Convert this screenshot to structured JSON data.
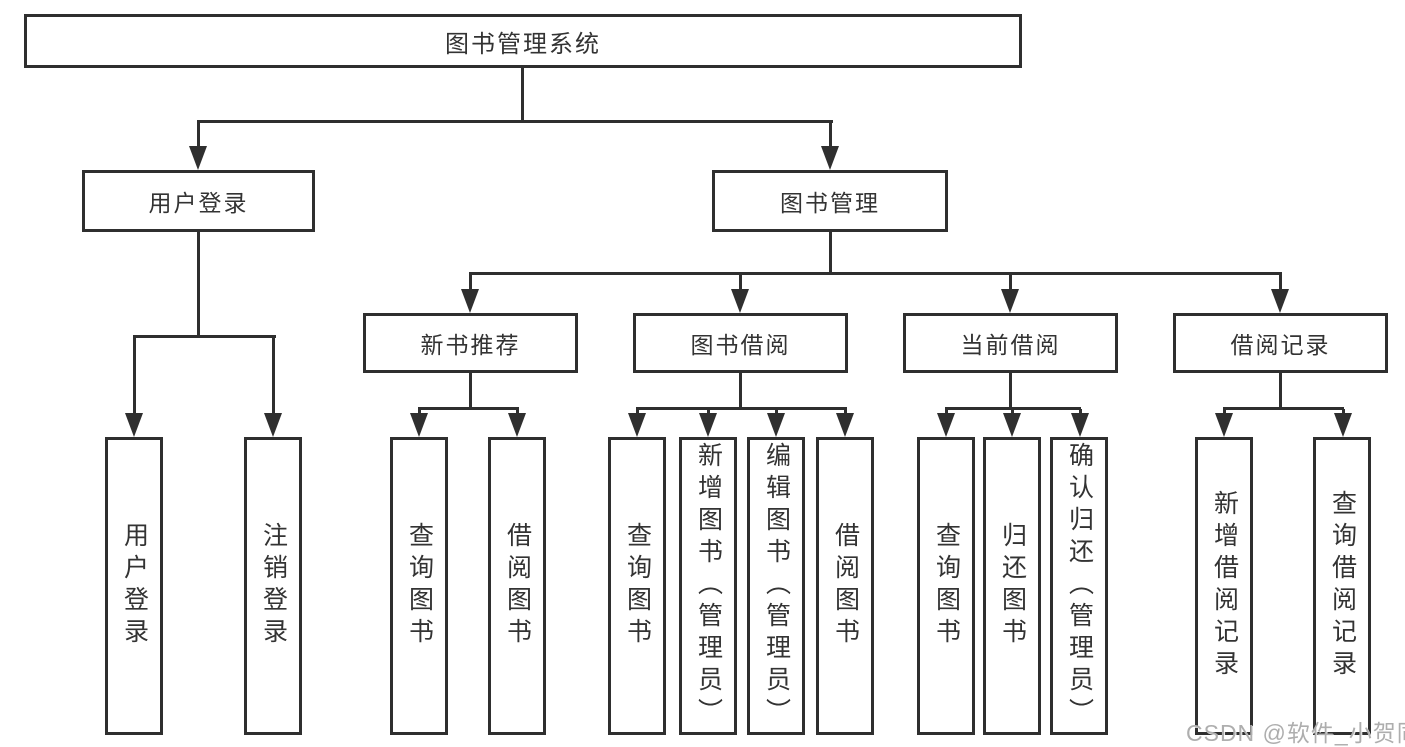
{
  "nodes": {
    "root": {
      "label": "图书管理系统"
    },
    "user_login": {
      "label": "用户登录"
    },
    "book_management": {
      "label": "图书管理"
    },
    "new_book_recommend": {
      "label": "新书推荐"
    },
    "book_borrowing": {
      "label": "图书借阅"
    },
    "current_borrowing": {
      "label": "当前借阅"
    },
    "borrowing_records": {
      "label": "借阅记录"
    },
    "leaves": {
      "user_login": [
        "用户登录",
        "注销登录"
      ],
      "new_book_recommend": [
        "查询图书",
        "借阅图书"
      ],
      "book_borrowing": [
        "查询图书",
        "新增图书（管理员）",
        "编辑图书（管理员）",
        "借阅图书"
      ],
      "current_borrowing": [
        "查询图书",
        "归还图书",
        "确认归还（管理员）"
      ],
      "borrowing_records": [
        "新增借阅记录",
        "查询借阅记录"
      ]
    }
  },
  "watermark": {
    "text": "CSDN @软件_小贺同学"
  },
  "colors": {
    "line": "#2f2f2f",
    "text": "#333333",
    "background": "#ffffff",
    "watermark": "#aeaeae"
  }
}
